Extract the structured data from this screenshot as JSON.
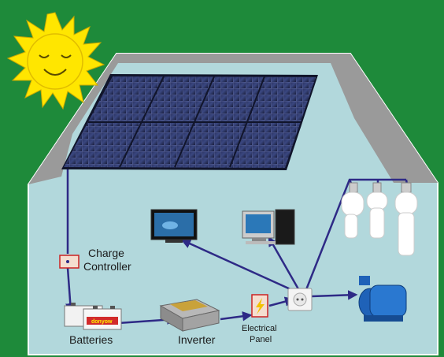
{
  "labels": {
    "charge_controller": [
      "Charge",
      "Controller"
    ],
    "batteries": "Batteries",
    "inverter": "Inverter",
    "electrical_panel": [
      "Electrical",
      "Panel"
    ],
    "battery_brand": "donyow"
  },
  "colors": {
    "background": "#1e8a3a",
    "house_wall": "#b2d8dc",
    "roof": "#9a9a9a",
    "wire": "#2e2a86",
    "sun": "#ffe600",
    "panel": "#1d2240"
  },
  "icons": [
    "sun-icon",
    "solar-panel-icon",
    "charge-controller-icon",
    "battery-icon",
    "inverter-icon",
    "electrical-panel-icon",
    "outlet-icon",
    "tv-icon",
    "computer-icon",
    "light-bulb-icon",
    "water-pump-icon"
  ]
}
